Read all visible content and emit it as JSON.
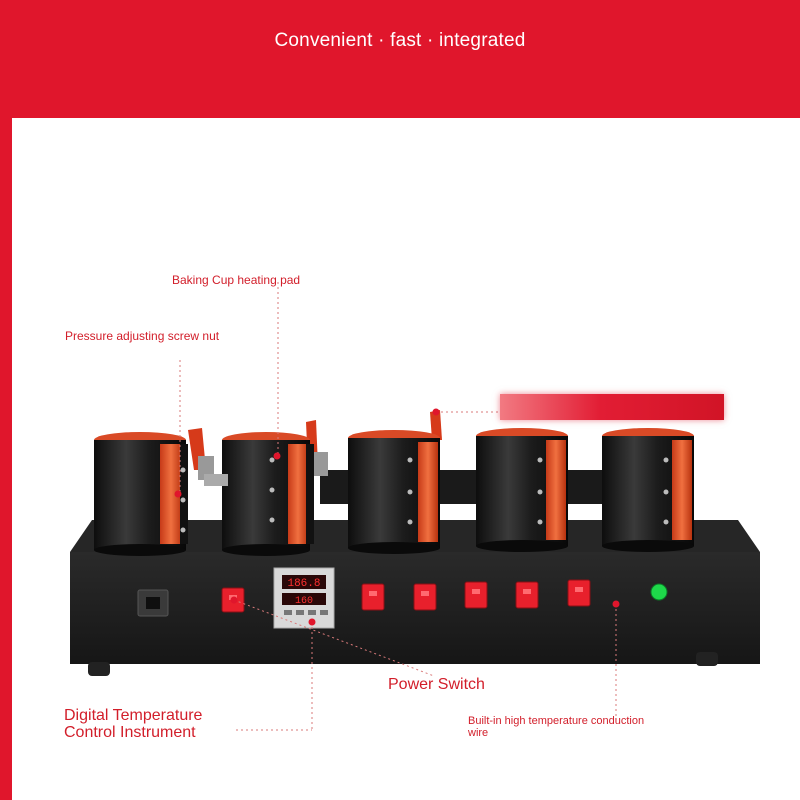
{
  "banner": {
    "title": "Convenient · fast · integrated"
  },
  "labels": {
    "heating_pad": "Baking Cup heating pad",
    "screw_nut": "Pressure adjusting screw nut",
    "power_switch": "Power Switch",
    "temperature_control_line1": "Digital Temperature",
    "temperature_control_line2": "Control Instrument",
    "conduction_wire_line1": "Built-in high temperature conduction",
    "conduction_wire_line2": "wire"
  },
  "controller": {
    "display_top": "186.8",
    "display_bottom": "160"
  },
  "colors": {
    "banner_red": "#e0162c",
    "label_red": "#d21e2a",
    "machine_black": "#1e1e1e",
    "heater_orange": "#e8562a",
    "switch_red": "#e8202c",
    "indicator_green": "#1ed84a"
  }
}
